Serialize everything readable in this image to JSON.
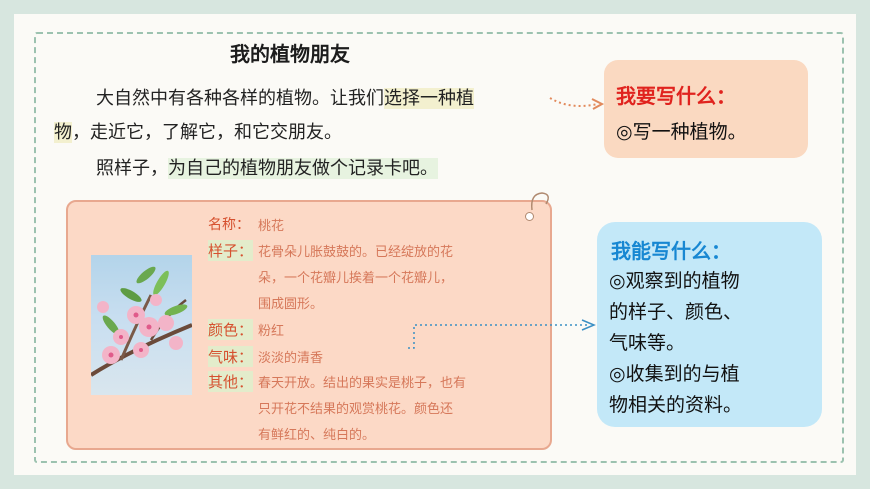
{
  "title": "我的植物朋友",
  "paragraph": {
    "line1_a": "大自然中有各种各样的植物。让我们",
    "line1_b": "选择一种植",
    "line2_a": "物",
    "line2_b": "，走近它，了解它，和它交朋友。",
    "line3_a": "照样子，",
    "line3_b": "为自己的植物朋友做个记录卡吧。"
  },
  "write_what": {
    "heading": "我要写什么：",
    "item": "◎写一种植物。"
  },
  "can_write": {
    "heading": "我能写什么：",
    "lines": [
      "◎观察到的植物",
      "的样子、颜色、",
      "气味等。",
      "◎收集到的与植",
      "物相关的资料。"
    ]
  },
  "card": {
    "name_label": "名称：",
    "name_value": "桃花",
    "shape_label": "样子：",
    "shape_lines": [
      "花骨朵儿胀鼓鼓的。已经绽放的花",
      "朵，一个花瓣儿挨着一个花瓣儿，",
      "围成圆形。"
    ],
    "color_label": "颜色：",
    "color_value": "粉红",
    "smell_label": "气味：",
    "smell_value": "淡淡的清香",
    "other_label": "其他：",
    "other_lines": [
      "春天开放。结出的果实是桃子，也有",
      "只开花不结果的观赏桃花。颜色还",
      "有鲜红的、纯白的。"
    ]
  },
  "colors": {
    "background": "#d7e6df",
    "orange_bubble": "#fad9c1",
    "blue_bubble": "#c3e8f8",
    "card": "#fcd9c6",
    "red_heading": "#e0231e",
    "blue_heading": "#1787d2"
  }
}
